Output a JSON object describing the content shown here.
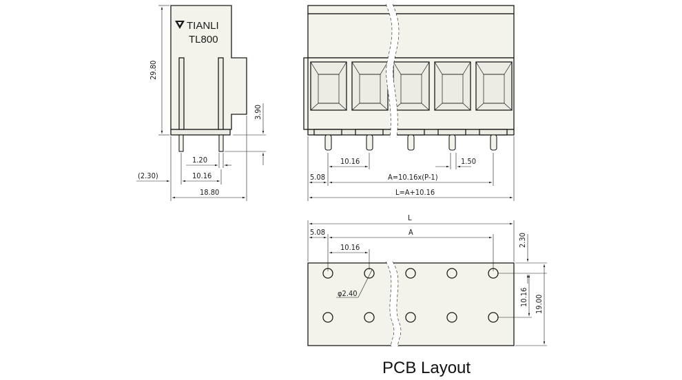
{
  "logo": {
    "brand": "TIANLI",
    "model": "TL800",
    "mark": "tianli-logo-icon"
  },
  "side_view": {
    "height_dim": "29.80",
    "pin_offset_dim": "3.90",
    "pin_width_dim": "1.20",
    "pitch_dim": "10.16",
    "edge_dim": "(2.30)",
    "width_dim": "18.80"
  },
  "front_view": {
    "pitch_dim": "10.16",
    "pin_dim": "1.50",
    "edge_dim": "5.08",
    "a_formula": "A=10.16x(P-1)",
    "l_formula": "L=A+10.16",
    "positions": 5
  },
  "pcb": {
    "l_label": "L",
    "a_label": "A",
    "edge_dim": "5.08",
    "pitch_dim": "10.16",
    "hole_dim": "φ2.40",
    "top_offset_dim": "2.30",
    "row_pitch_dim": "10.16",
    "height_dim": "19.00",
    "caption": "PCB Layout"
  }
}
